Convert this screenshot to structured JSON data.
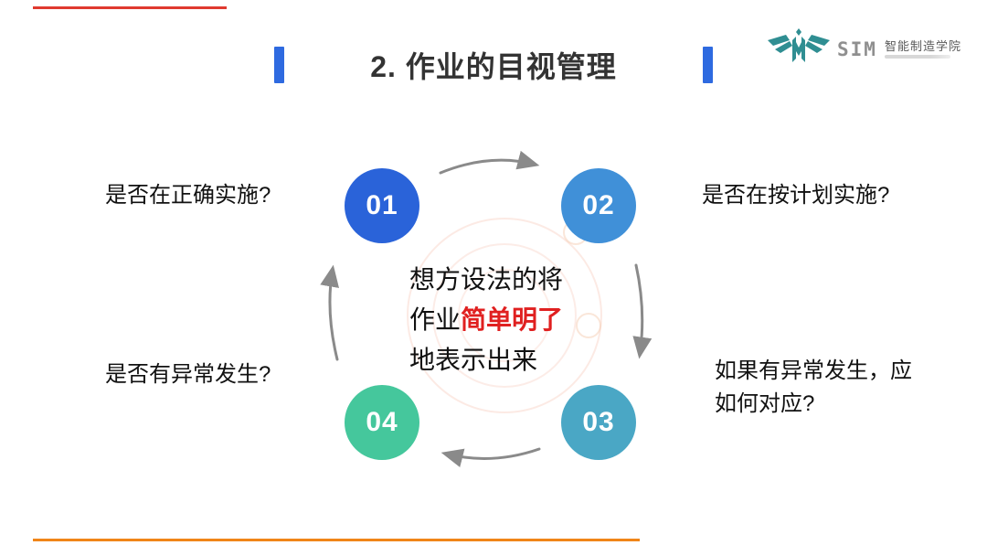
{
  "slide": {
    "title": "2. 作业的目视管理",
    "logo": {
      "sim_text": "SIM",
      "org_name": "智能制造学院"
    },
    "labels": {
      "q1": "是否在正确实施?",
      "q2": "是否在按计划实施?",
      "q3": "如果有异常发生，应如何对应?",
      "q4": "是否有异常发生?"
    },
    "center_text": {
      "line1": "想方设法的将",
      "line2_prefix": "作业",
      "line2_highlight": "简单明了",
      "line3": "地表示出来"
    },
    "circles": [
      {
        "num": "01",
        "color": "#2a63d9"
      },
      {
        "num": "02",
        "color": "#4090d8"
      },
      {
        "num": "03",
        "color": "#4aa7c5"
      },
      {
        "num": "04",
        "color": "#45c79c"
      }
    ],
    "colors": {
      "top_line": "#e03a2f",
      "bottom_line": "#f08519",
      "accent_bar": "#2e6ae0",
      "arrow": "#8a8a8a",
      "highlight_red": "#e02020",
      "logo_teal": "#2f8e92"
    }
  }
}
